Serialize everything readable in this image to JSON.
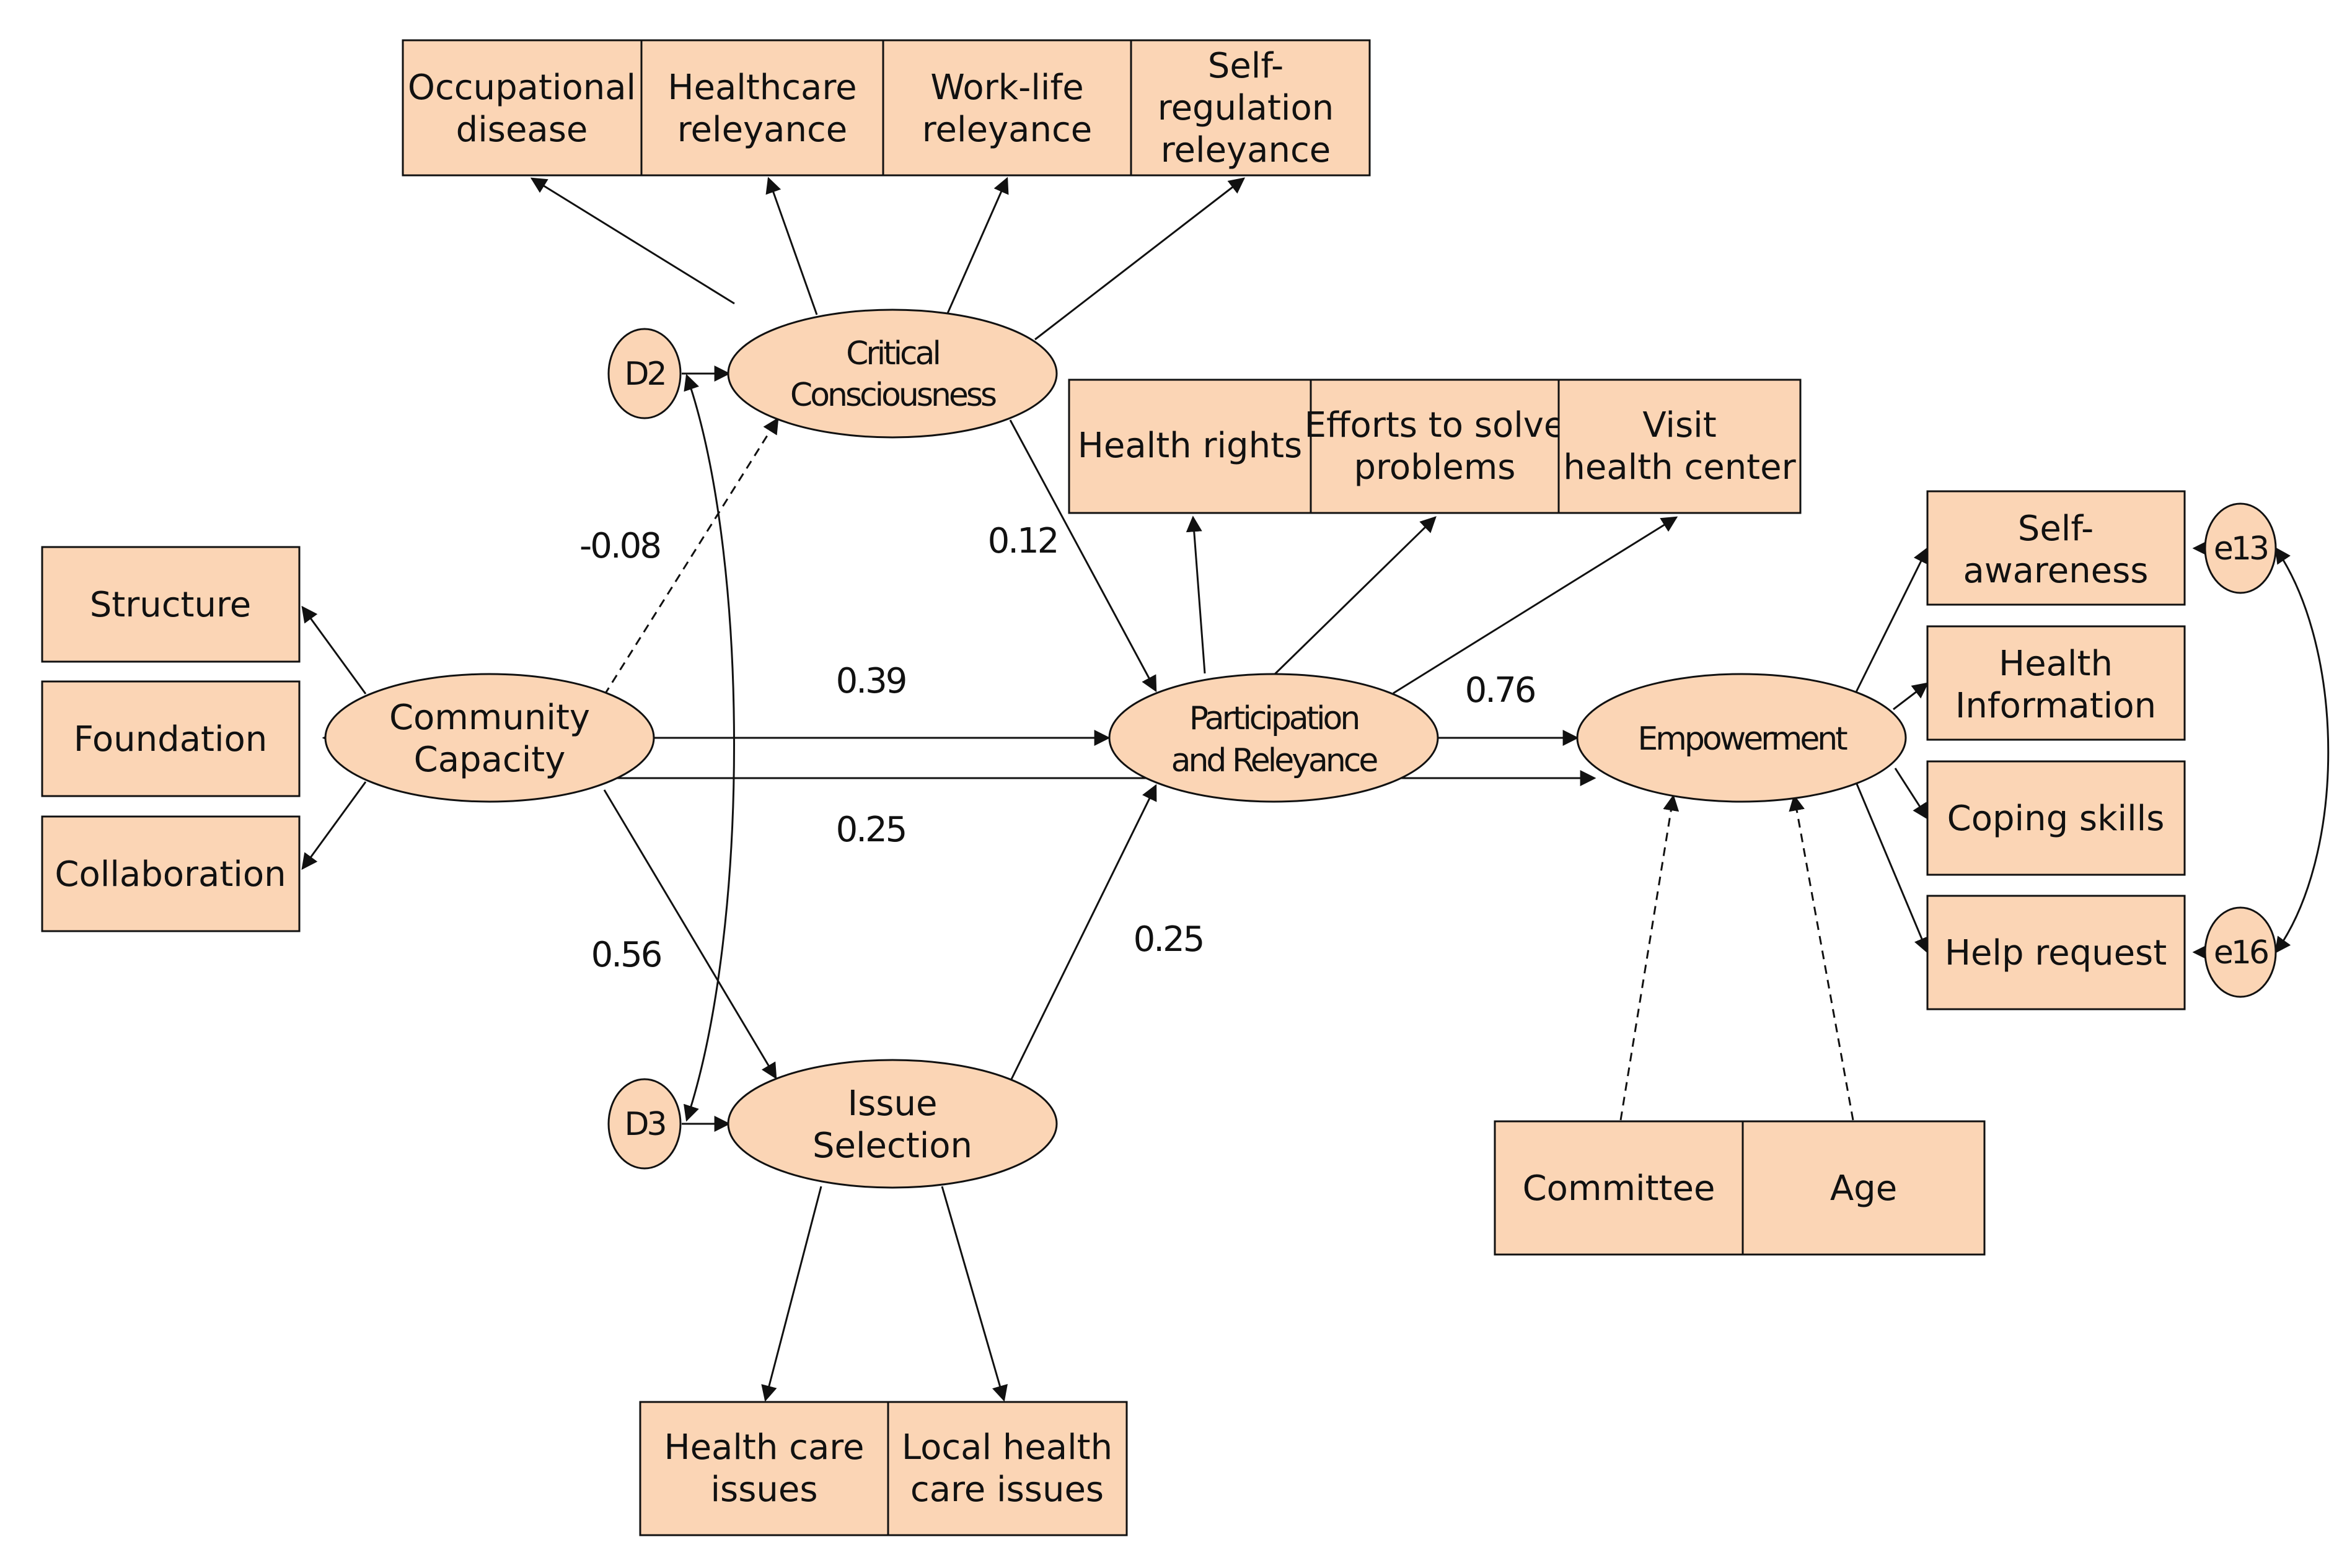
{
  "nodes": {
    "critical_consciousness": [
      "Critical",
      "Consciousness"
    ],
    "issue_selection": [
      "Issue",
      "Selection"
    ],
    "community_capacity": [
      "Community",
      "Capacity"
    ],
    "participation": [
      "Participation",
      "and Releyance"
    ],
    "empowerment": [
      "Empowerment"
    ],
    "d2": "D2",
    "d3": "D3",
    "e13": "e13",
    "e16": "e16"
  },
  "indicators": {
    "occupational_disease": [
      "Occupational",
      "disease"
    ],
    "healthcare_releyance": [
      "Healthcare",
      "releyance"
    ],
    "worklife_releyance": [
      "Work-life",
      "releyance"
    ],
    "selfregulation_releyance": [
      "Self-",
      "regulation",
      "releyance"
    ],
    "health_rights": [
      "Health rights"
    ],
    "efforts_to_solve": [
      "Efforts to solve",
      "problems"
    ],
    "visit_health_center": [
      "Visit",
      "health center"
    ],
    "structure": [
      "Structure"
    ],
    "foundation": [
      "Foundation"
    ],
    "collaboration": [
      "Collaboration"
    ],
    "self_awareness": [
      "Self-",
      "awareness"
    ],
    "health_information": [
      "Health",
      "Information"
    ],
    "coping_skills": [
      "Coping skills"
    ],
    "help_request": [
      "Help request"
    ],
    "health_care_issues": [
      "Health care",
      "issues"
    ],
    "local_health_care_issues": [
      "Local health",
      "care issues"
    ],
    "committee": [
      "Committee"
    ],
    "age": [
      "Age"
    ]
  },
  "coefficients": {
    "cc_to_critical": "-0.08",
    "critical_to_participation": "0.12",
    "cc_to_participation": "0.39",
    "cc_to_empowerment": "0.25",
    "cc_to_issue": "0.56",
    "issue_to_participation": "0.25",
    "participation_to_empowerment": "0.76"
  },
  "colors": {
    "fill": "#fbd5b5",
    "stroke": "#111111"
  }
}
